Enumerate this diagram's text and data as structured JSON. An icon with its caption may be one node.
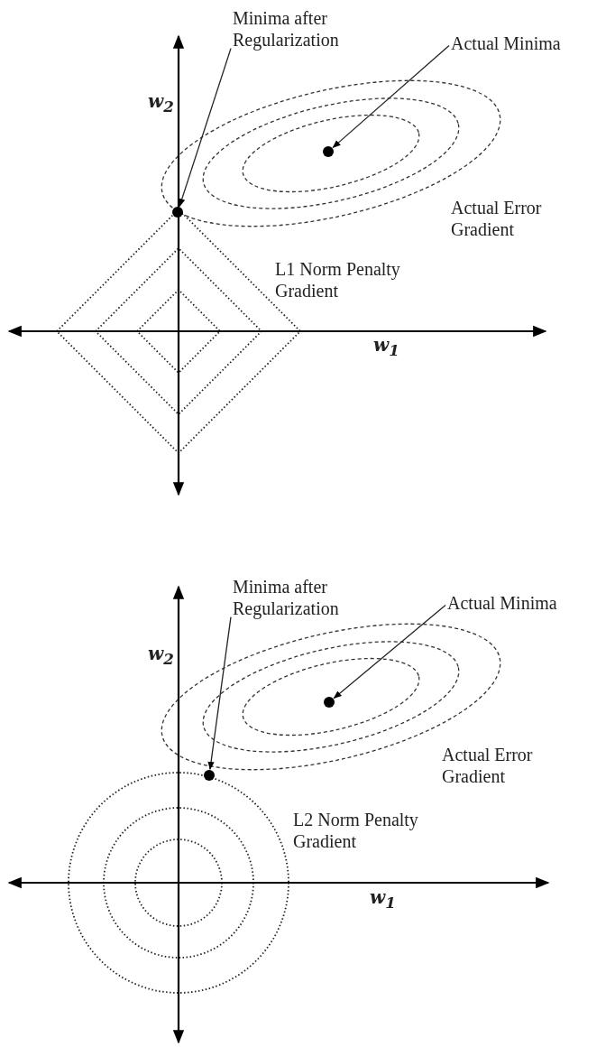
{
  "diagram": {
    "nodes": [
      {
        "text": [
          "Minima after Regularization"
        ]
      },
      {
        "text": [
          "Actual Minima"
        ]
      },
      {
        "text": [],
        "shape": "circle"
      },
      {
        "text": [],
        "shape": "circle"
      },
      {
        "text": [
          "Minima after Regularization"
        ]
      },
      {
        "text": [
          "Actual Minima"
        ]
      },
      {
        "text": [],
        "shape": "circle"
      },
      {
        "text": [],
        "shape": "circle"
      }
    ],
    "edges": [
      {
        "from": 0,
        "to": 2,
        "arrow": "to"
      },
      {
        "from": 1,
        "to": 3,
        "arrow": "to"
      },
      {
        "from": 4,
        "to": 6,
        "arrow": "to"
      },
      {
        "from": 5,
        "to": 7,
        "arrow": "to"
      }
    ],
    "labels": [
      "w$_{2}$",
      "Actual Error Gradient",
      "L1 Norm Penalty Gradient",
      "w$_{1}$",
      "w$_{2}$",
      "Actual Error Gradient",
      "L2 Norm Penalty Gradient",
      "w$_{1}$"
    ]
  }
}
